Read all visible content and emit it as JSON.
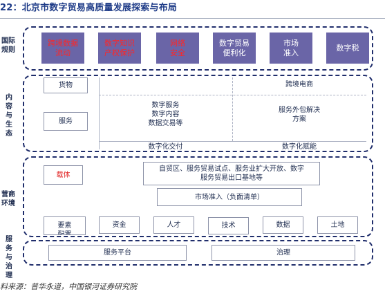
{
  "title": "22：北京市数字贸易高质量发展探索与布局",
  "rows": {
    "intl": "国际规则",
    "content": "内容与生态",
    "business": "营商环境",
    "service": "服务与治理"
  },
  "intl_tiles": [
    "跨境数据流动",
    "数字知识产权保护",
    "网络安全",
    "数字贸易便利化",
    "市场准入",
    "数字税"
  ],
  "content": {
    "goods": "货物",
    "services": "服务",
    "ecommerce": "跨境电商",
    "digital_items": [
      "数字服务",
      "数字内容",
      "数据交易等"
    ],
    "outsourcing": "服务外包解决方案",
    "delivery": "数字化交付",
    "empower": "数字化赋能"
  },
  "business": {
    "carrier": "载体",
    "ftz": "自贸区、服务贸易试点、服务业扩大开放、数字服务贸易出口基地等",
    "market_access": "市场准入（负面清单）",
    "factors_label": "要素配置",
    "factors": [
      "资金",
      "人才",
      "技术",
      "数据",
      "土地"
    ]
  },
  "service": {
    "platform": "服务平台",
    "governance": "治理"
  },
  "source": "料来源：普华永道，中国银河证券研究院",
  "colors": {
    "title": "#1f3c88",
    "tile_fill": "#6a65a7",
    "emphasis": "#e02020",
    "frame": "#1f2d6b"
  }
}
